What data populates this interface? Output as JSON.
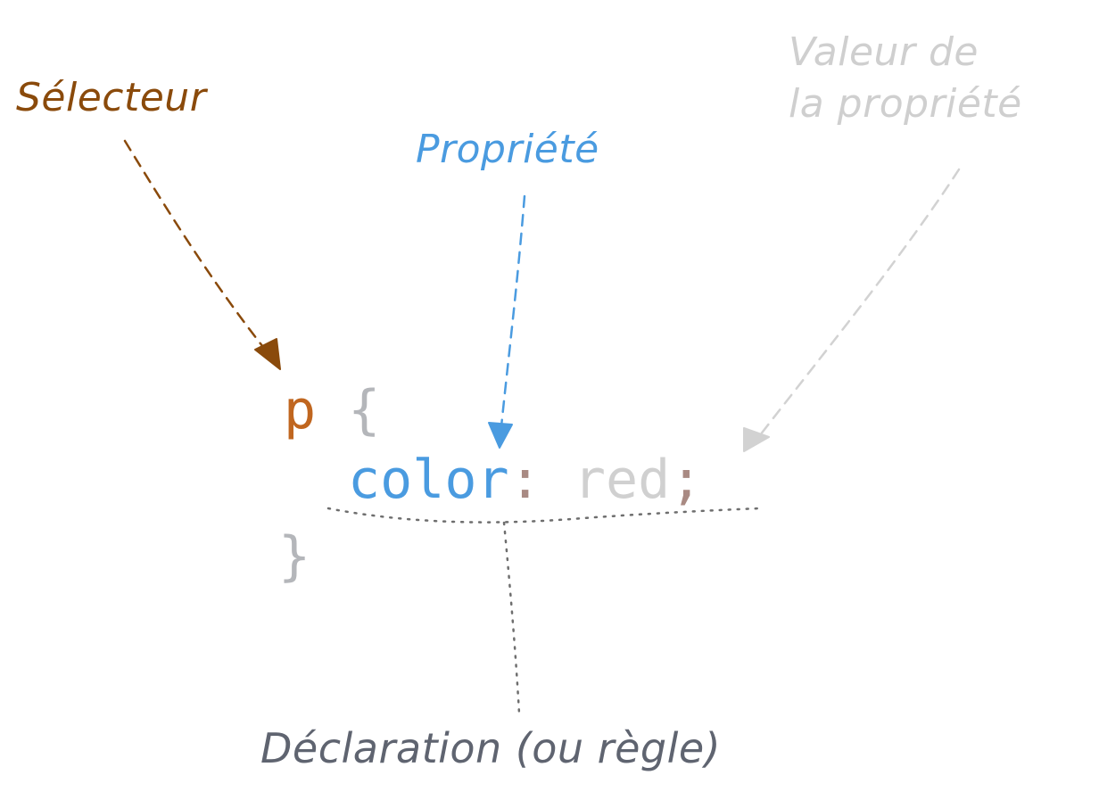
{
  "colors": {
    "selector": "#c0661f",
    "selector_label": "#8a4a0b",
    "property": "#4a9be0",
    "value": "#d0d0d0",
    "value_label": "#cfcfcf",
    "brace": "#b4b6ba",
    "punctuation": "#a98a83",
    "declaration_label": "#5f6470",
    "dotted_line": "#6e6e6e"
  },
  "labels": {
    "selecteur": "Sélecteur",
    "propriete": "Propriété",
    "valeur_line1": "Valeur de",
    "valeur_line2": "la propriété",
    "declaration": "Déclaration (ou règle)"
  },
  "code": {
    "selector": "p",
    "open_brace": "{",
    "property": "color",
    "colon": ":",
    "value": "red",
    "semicolon": ";",
    "close_brace": "}"
  }
}
